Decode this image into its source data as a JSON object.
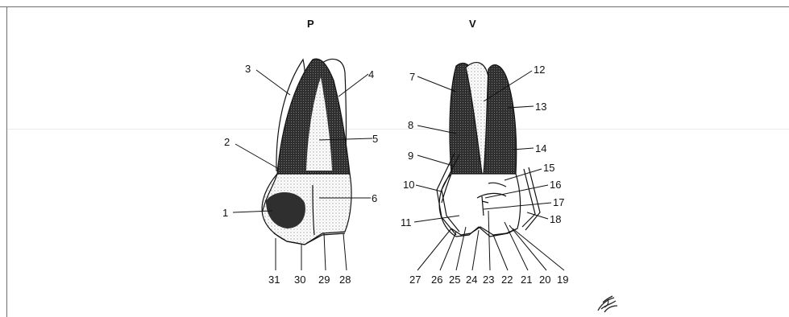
{
  "views": {
    "left": "P",
    "right": "V"
  },
  "callouts": {
    "c1": "1",
    "c2": "2",
    "c3": "3",
    "c4": "4",
    "c5": "5",
    "c6": "6",
    "c7": "7",
    "c8": "8",
    "c9": "9",
    "c10": "10",
    "c11": "11",
    "c12": "12",
    "c13": "13",
    "c14": "14",
    "c15": "15",
    "c16": "16",
    "c17": "17",
    "c18": "18",
    "c19": "19",
    "c20": "20",
    "c21": "21",
    "c22": "22",
    "c23": "23",
    "c24": "24",
    "c25": "25",
    "c26": "26",
    "c27": "27",
    "c28": "28",
    "c29": "29",
    "c30": "30",
    "c31": "31"
  },
  "colors": {
    "ink": "#111111",
    "shade": "#3a3a3a",
    "stipple": "#cfcfcf",
    "frame": "#6e6e6e"
  }
}
